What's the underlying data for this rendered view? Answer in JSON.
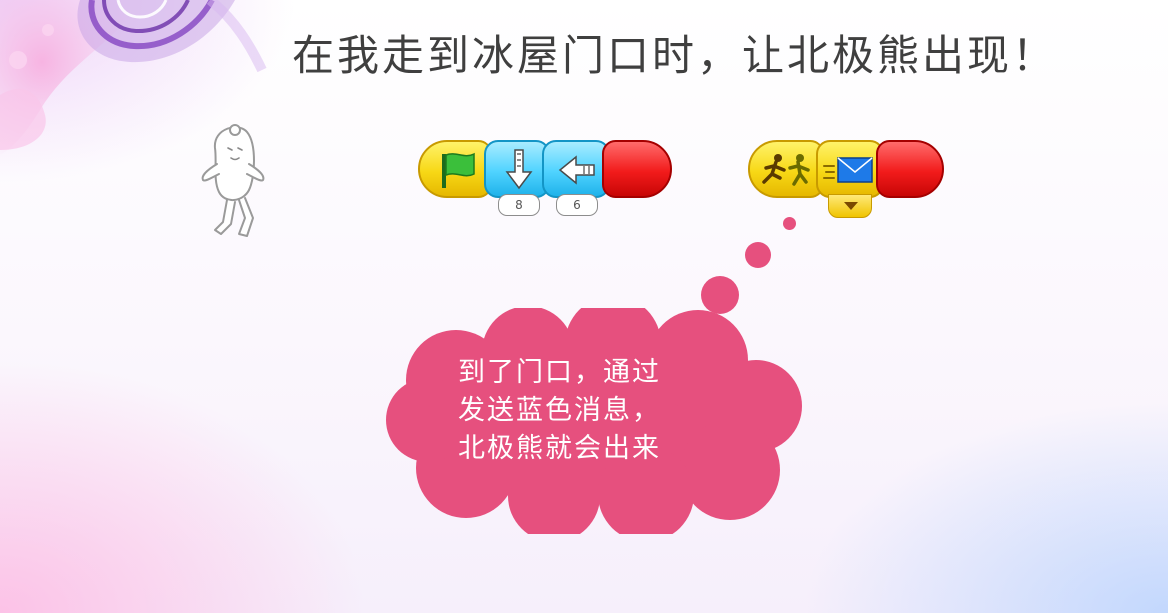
{
  "slide": {
    "title": "在我走到冰屋门口时，让北极熊出现！",
    "cloud_text": "到了门口，通过\n发送蓝色消息，\n北极熊就会出来"
  },
  "scripts": {
    "walker": {
      "blocks": [
        {
          "type": "green-flag-trigger",
          "icon": "green-flag-icon",
          "color": "#f7d816"
        },
        {
          "type": "move-down",
          "icon": "arrow-down-icon",
          "value": "8",
          "color": "#4fd3ff"
        },
        {
          "type": "move-left",
          "icon": "arrow-left-icon",
          "value": "6",
          "color": "#4fd3ff"
        },
        {
          "type": "end",
          "color": "#f21b1b"
        }
      ]
    },
    "bear": {
      "blocks": [
        {
          "type": "start-on-bump",
          "icon": "bump-runners-icon",
          "color": "#f7d816"
        },
        {
          "type": "send-message",
          "icon": "envelope-icon",
          "message_color": "#1e7ae8",
          "color": "#f7d816"
        },
        {
          "type": "end",
          "color": "#f21b1b"
        }
      ]
    }
  },
  "colors": {
    "title": "#3f3f3f",
    "cloud": "#e6507e",
    "cloud_text": "#ffffff"
  }
}
